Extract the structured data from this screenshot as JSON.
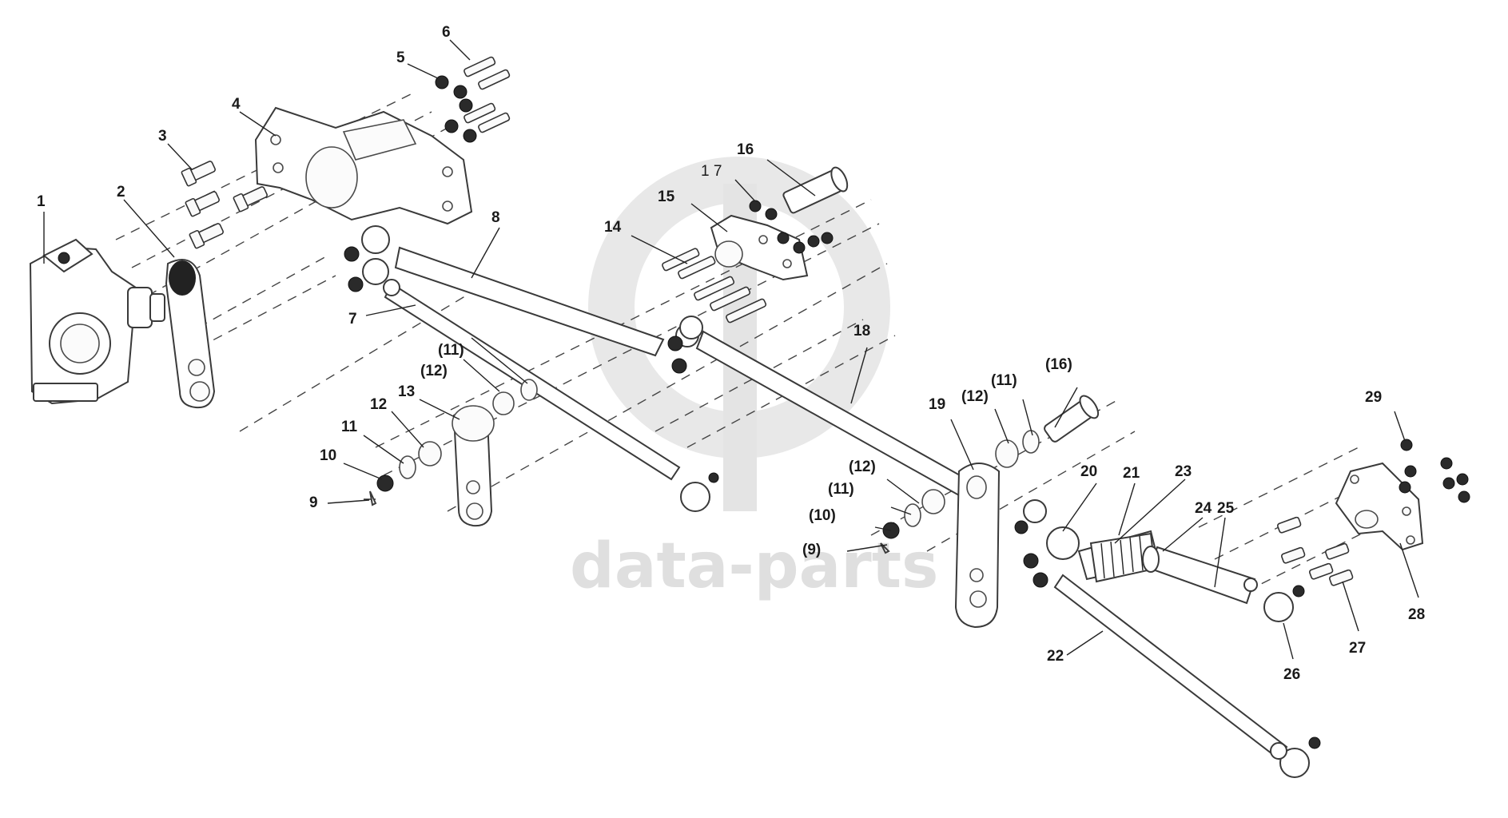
{
  "labels": {
    "p1": "1",
    "p2": "2",
    "p3": "3",
    "p4": "4",
    "p5": "5",
    "p6": "6",
    "p7": "7",
    "p8": "8",
    "p9": "9",
    "p10": "10",
    "p11": "11",
    "p12": "12",
    "p13": "13",
    "p14": "14",
    "p15": "15",
    "p16": "16",
    "p17": "1 7",
    "p18": "18",
    "p19": "19",
    "p20": "20",
    "p21": "21",
    "p22": "22",
    "p23": "23",
    "p24": "24",
    "p25": "25",
    "p26": "26",
    "p27": "27",
    "p28": "28",
    "p29": "29",
    "p11b": "(11)",
    "p12b": "(12)",
    "p11c": "(11)",
    "p12c": "(12)",
    "p16b": "(16)",
    "p12d": "(12)",
    "p11d": "(11)",
    "p10b": "(10)",
    "p9b": "(9)"
  },
  "watermark": {
    "text": "data-parts",
    "color": "#dcdcdc"
  },
  "colors": {
    "line": "#3a3a3a",
    "label": "#1a1a1a"
  }
}
